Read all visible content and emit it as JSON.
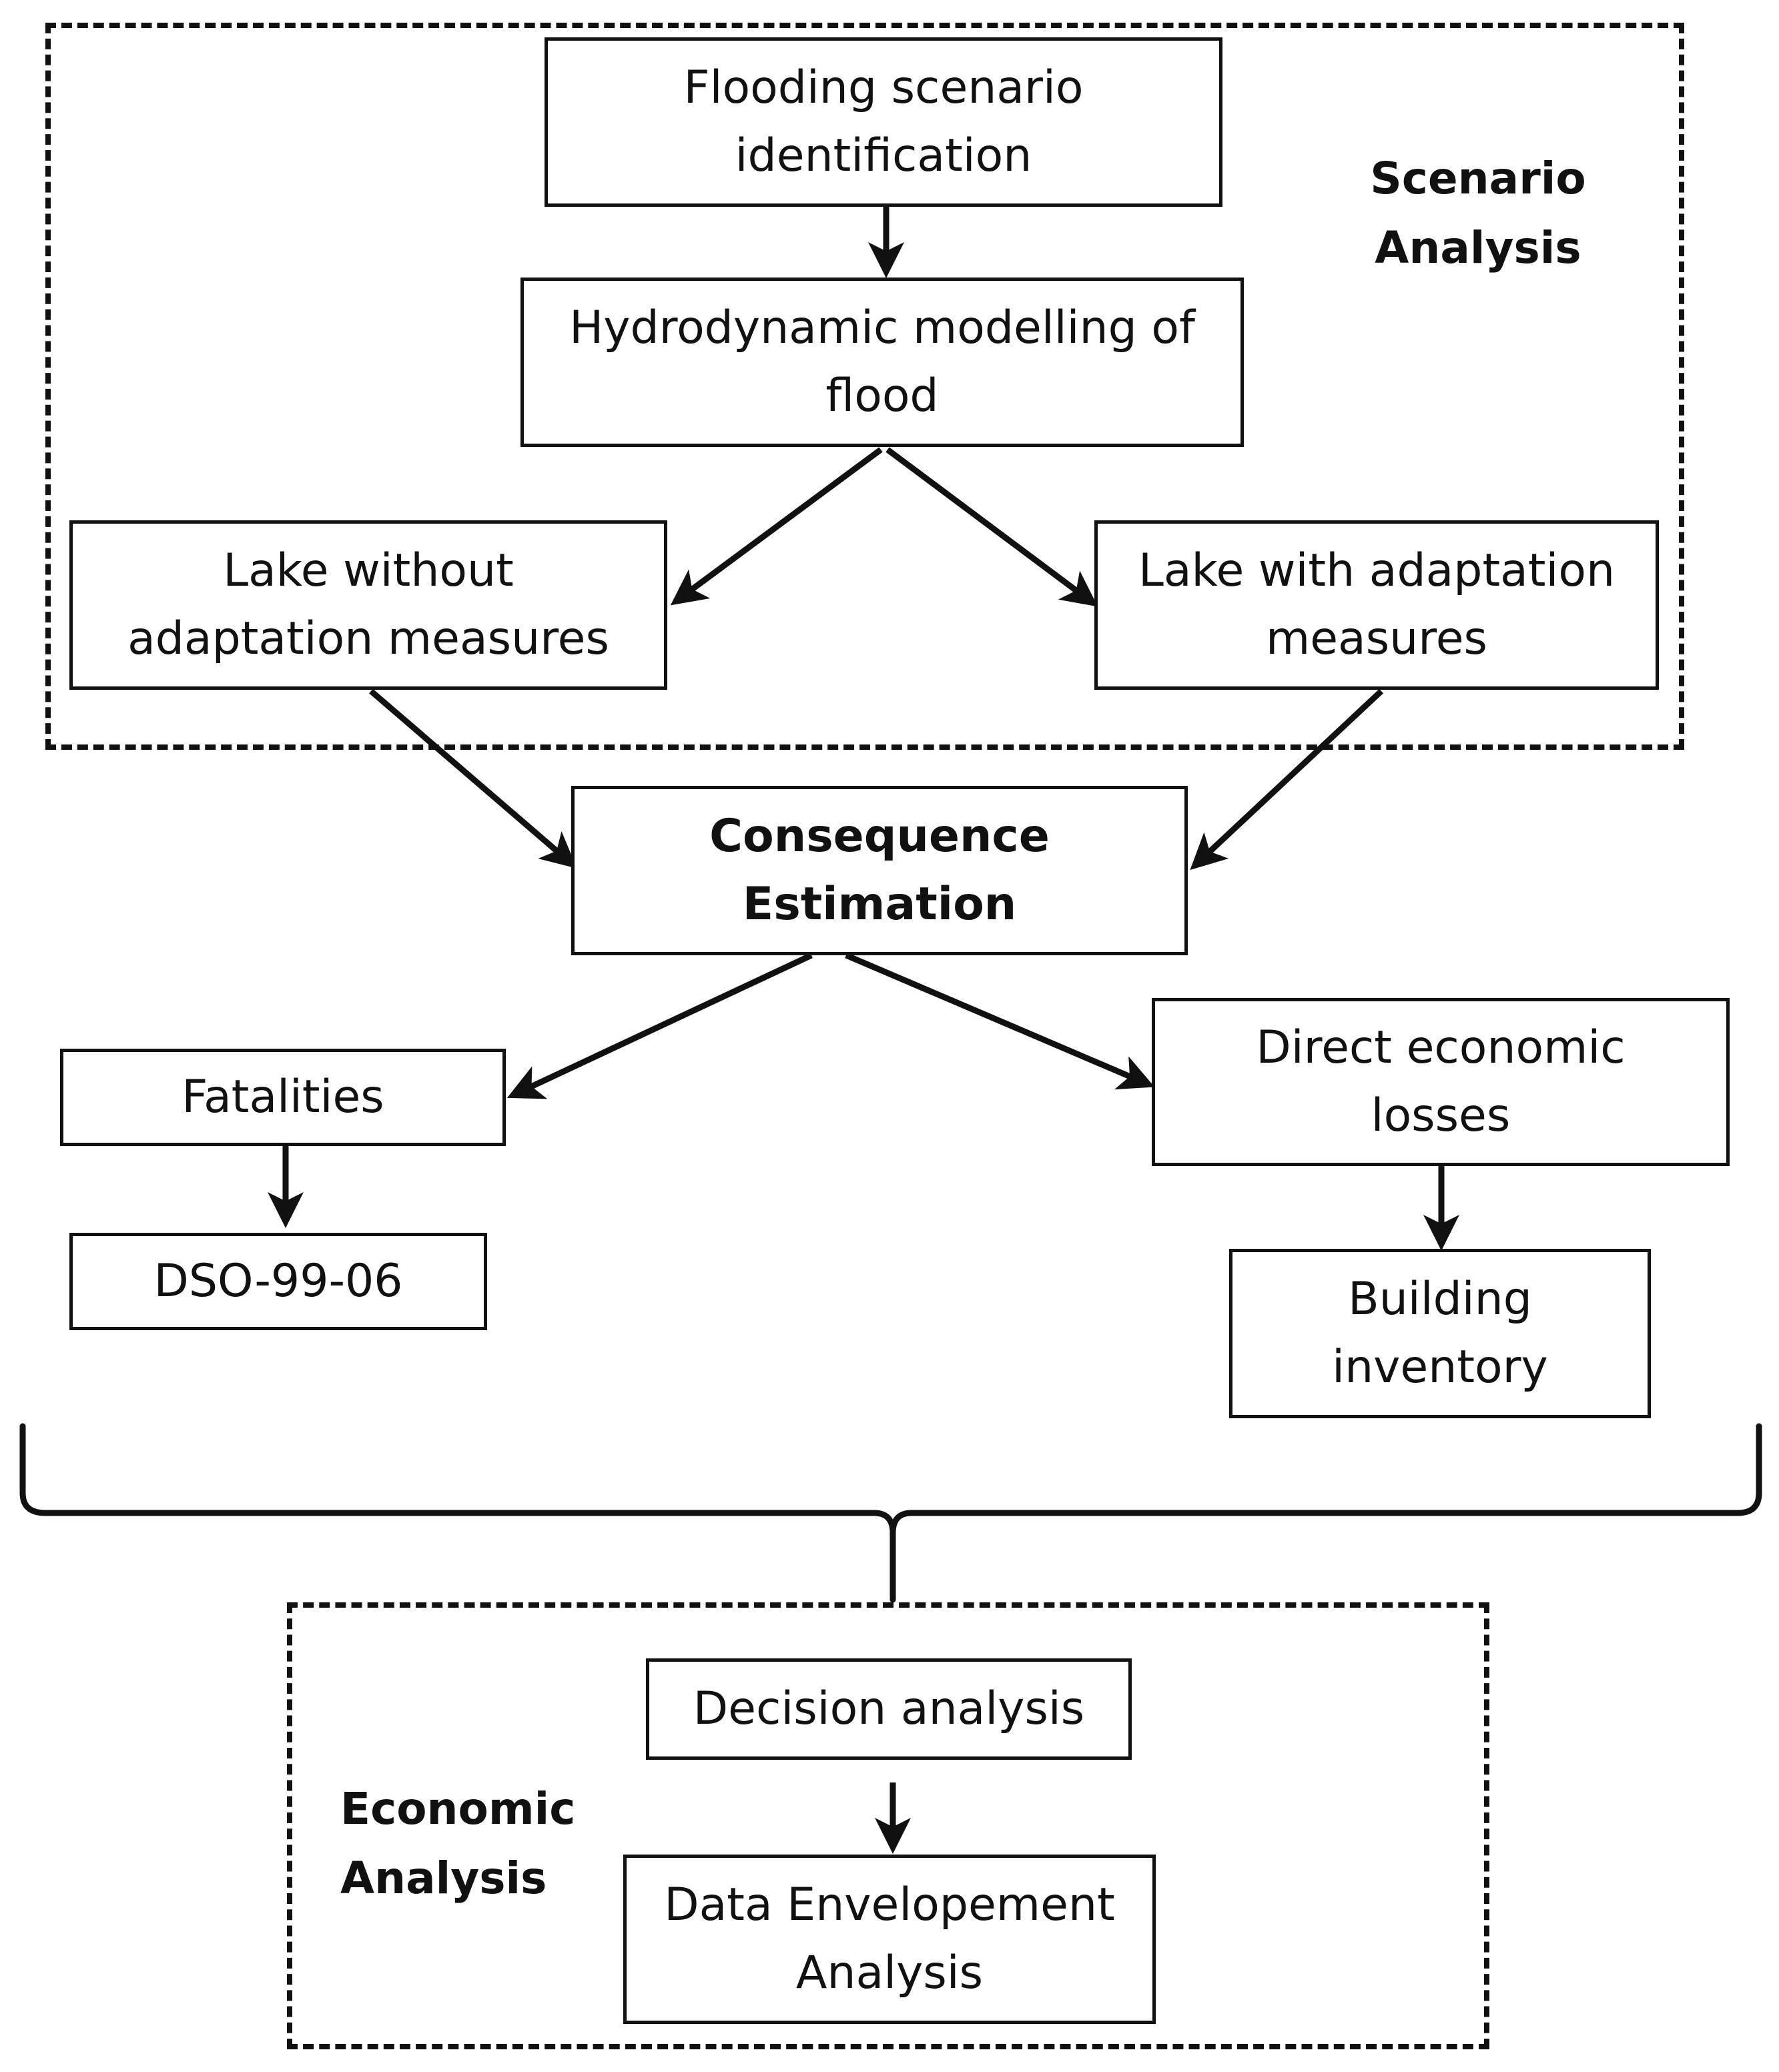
{
  "diagram": {
    "sections": {
      "scenario_analysis_label": "Scenario\nAnalysis",
      "economic_analysis_label": "Economic\nAnalysis"
    },
    "nodes": {
      "flooding_scenario": "Flooding scenario\nidentification",
      "hydrodynamic_modelling": "Hydrodynamic modelling of\nflood",
      "lake_without": "Lake without\nadaptation measures",
      "lake_with": "Lake with adaptation\nmeasures",
      "consequence_estimation": "Consequence\nEstimation",
      "fatalities": "Fatalities",
      "dso": "DSO-99-06",
      "direct_losses": "Direct economic\nlosses",
      "building_inventory": "Building\ninventory",
      "decision_analysis": "Decision analysis",
      "data_envelopment": "Data Envelopement\nAnalysis"
    },
    "edges": [
      [
        "flooding_scenario",
        "hydrodynamic_modelling"
      ],
      [
        "hydrodynamic_modelling",
        "lake_without"
      ],
      [
        "hydrodynamic_modelling",
        "lake_with"
      ],
      [
        "lake_without",
        "consequence_estimation"
      ],
      [
        "lake_with",
        "consequence_estimation"
      ],
      [
        "consequence_estimation",
        "fatalities"
      ],
      [
        "consequence_estimation",
        "direct_losses"
      ],
      [
        "fatalities",
        "dso"
      ],
      [
        "direct_losses",
        "building_inventory"
      ],
      [
        "decision_analysis",
        "data_envelopment"
      ]
    ],
    "colors": {
      "line": "#111111",
      "background": "#ffffff"
    }
  }
}
